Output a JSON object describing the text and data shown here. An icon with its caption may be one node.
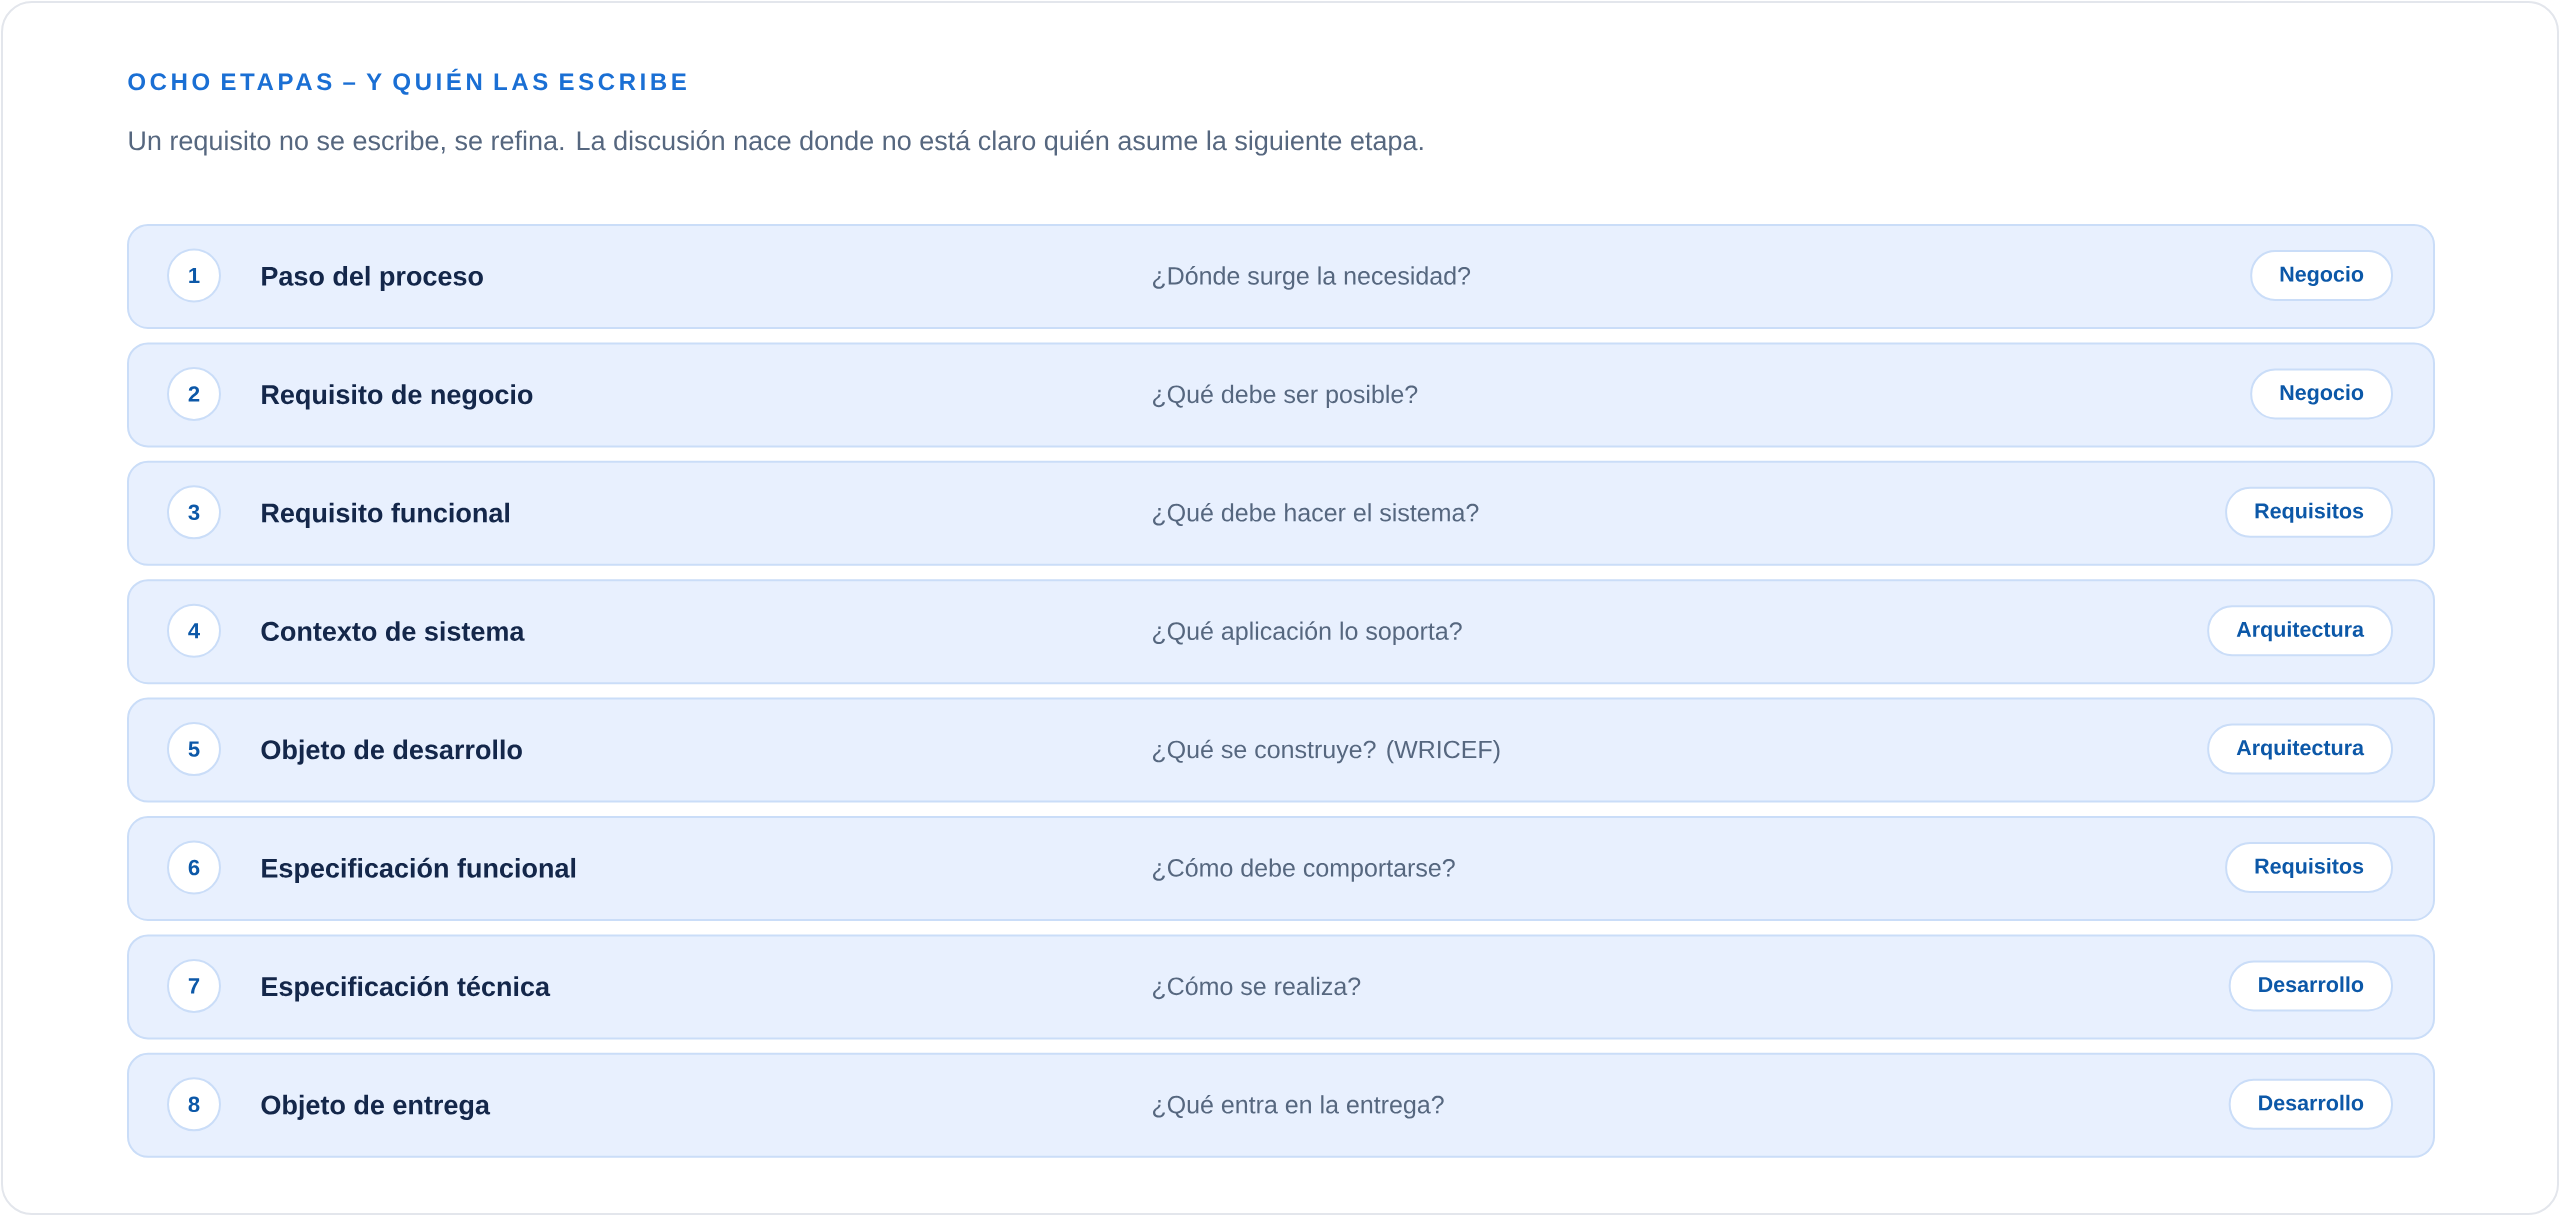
{
  "diagram": {
    "title": "OCHO ETAPAS – Y QUIÉN LAS ESCRIBE",
    "nodes": [
      {
        "text": [
          "Paso del proceso",
          "¿Dónde surge la necesidad?"
        ]
      },
      {
        "text": [
          "1"
        ],
        "in": 0
      },
      {
        "text": [
          "Negocio"
        ],
        "in": 0
      },
      {
        "text": [
          "Requisito de negocio",
          "¿Qué debe ser posible?"
        ]
      },
      {
        "text": [
          "2"
        ],
        "in": 3
      },
      {
        "text": [
          "Negocio"
        ],
        "in": 3
      },
      {
        "text": [
          "Requisito funcional",
          "¿Qué debe hacer el sistema?"
        ]
      },
      {
        "text": [
          "3"
        ],
        "in": 6
      },
      {
        "text": [
          "Requisitos"
        ],
        "in": 6
      },
      {
        "text": [
          "Contexto de sistema",
          "¿Qué aplicación lo soporta?"
        ]
      },
      {
        "text": [
          "4"
        ],
        "in": 9
      },
      {
        "text": [
          "Arquitectura"
        ],
        "in": 9
      },
      {
        "text": [
          "Objeto de desarrollo",
          "¿Qué se construye? (WRICEF)"
        ]
      },
      {
        "text": [
          "5"
        ],
        "in": 12
      },
      {
        "text": [
          "Arquitectura"
        ],
        "in": 12
      },
      {
        "text": [
          "Especificación funcional",
          "¿Cómo debe comportarse?"
        ]
      },
      {
        "text": [
          "6"
        ],
        "in": 15
      },
      {
        "text": [
          "Requisitos"
        ],
        "in": 15
      },
      {
        "text": [
          "Especificación técnica",
          "¿Cómo se realiza?"
        ]
      },
      {
        "text": [
          "7"
        ],
        "in": 18
      },
      {
        "text": [
          "Desarrollo"
        ],
        "in": 18
      },
      {
        "text": [
          "Objeto de entrega",
          "¿Qué entra en la entrega?"
        ]
      },
      {
        "text": [
          "8"
        ],
        "in": 21
      },
      {
        "text": [
          "Desarrollo"
        ],
        "in": 21
      }
    ],
    "labels": [
      "Un requisito no se escribe, se refina. La discusión nace donde no está claro quién asume la siguiente etapa."
    ]
  }
}
